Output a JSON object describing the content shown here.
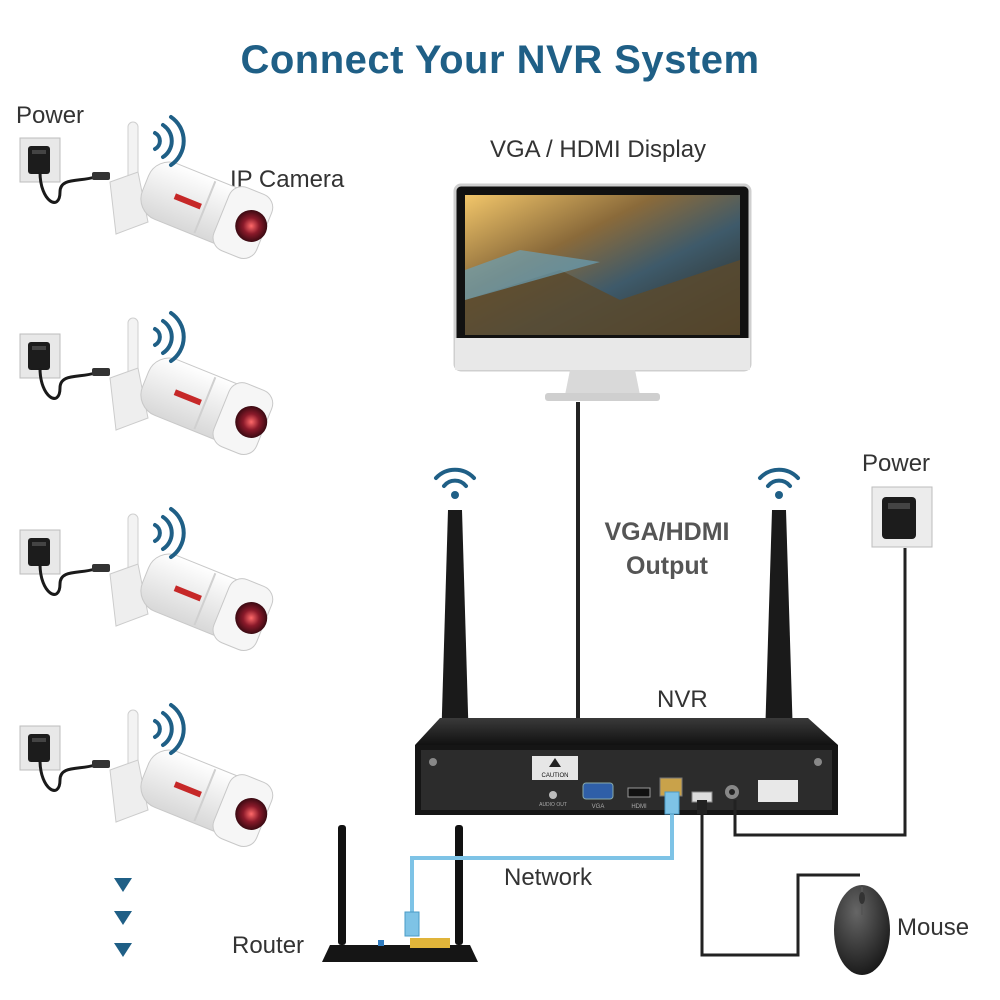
{
  "title": "Connect Your NVR System",
  "labels": {
    "power_left": "Power",
    "ip_camera": "IP Camera",
    "display": "VGA / HDMI Display",
    "output_line1": "VGA/HDMI",
    "output_line2": "Output",
    "nvr": "NVR",
    "power_right": "Power",
    "network": "Network",
    "router": "Router",
    "mouse": "Mouse"
  },
  "nvr_panel": {
    "caution": "CAUTION",
    "port_vga": "VGA",
    "port_hdmi": "HDMI",
    "port_audio": "AUDIO OUT"
  },
  "colors": {
    "title": "#1f5f86",
    "wifi": "#1f5f86",
    "network_cable": "#7ec3e6",
    "cable": "#222222"
  }
}
